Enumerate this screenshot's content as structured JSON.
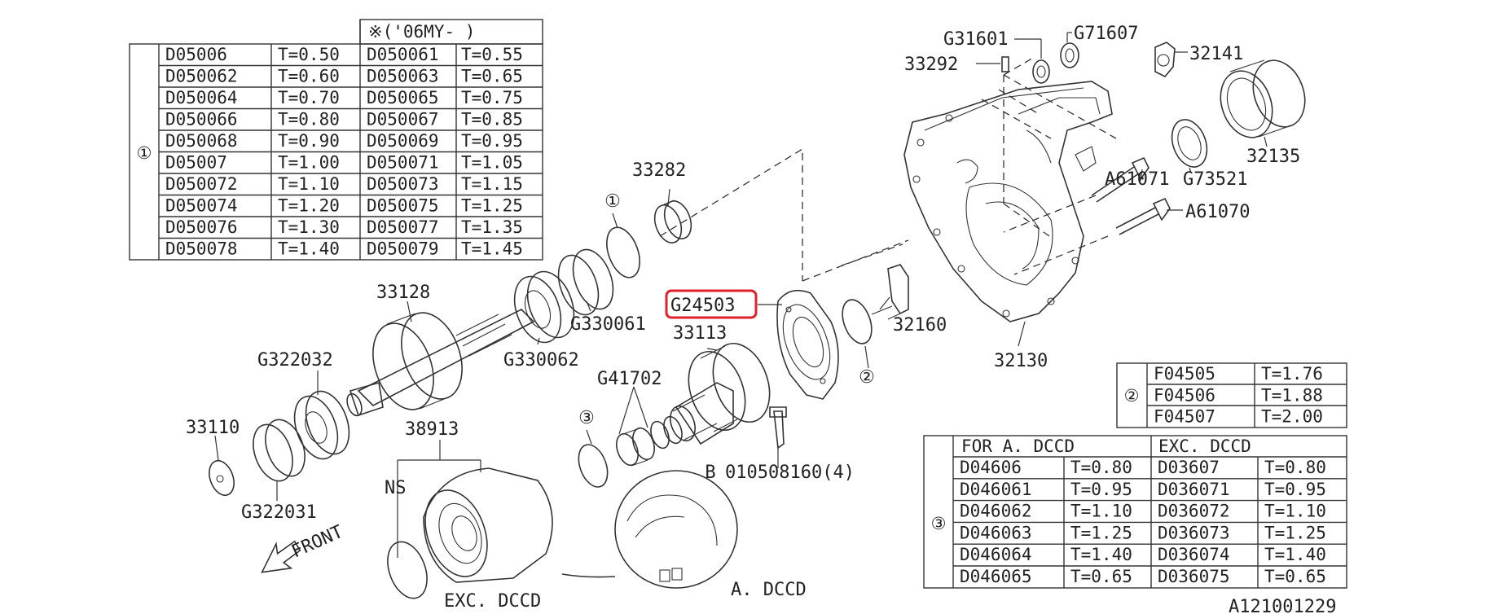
{
  "table1": {
    "ref": "①",
    "header": "※('06MY-    )",
    "rows": [
      [
        "D05006",
        "T=0.50",
        "D050061",
        "T=0.55"
      ],
      [
        "D050062",
        "T=0.60",
        "D050063",
        "T=0.65"
      ],
      [
        "D050064",
        "T=0.70",
        "D050065",
        "T=0.75"
      ],
      [
        "D050066",
        "T=0.80",
        "D050067",
        "T=0.85"
      ],
      [
        "D050068",
        "T=0.90",
        "D050069",
        "T=0.95"
      ],
      [
        "D05007",
        "T=1.00",
        "D050071",
        "T=1.05"
      ],
      [
        "D050072",
        "T=1.10",
        "D050073",
        "T=1.15"
      ],
      [
        "D050074",
        "T=1.20",
        "D050075",
        "T=1.25"
      ],
      [
        "D050076",
        "T=1.30",
        "D050077",
        "T=1.35"
      ],
      [
        "D050078",
        "T=1.40",
        "D050079",
        "T=1.45"
      ]
    ]
  },
  "table2": {
    "ref": "②",
    "rows": [
      [
        "F04505",
        "T=1.76"
      ],
      [
        "F04506",
        "T=1.88"
      ],
      [
        "F04507",
        "T=2.00"
      ]
    ]
  },
  "table3": {
    "ref": "③",
    "headers": [
      "FOR A. DCCD",
      "EXC. DCCD"
    ],
    "rows": [
      [
        "D04606",
        "T=0.80",
        "D03607",
        "T=0.80"
      ],
      [
        "D046061",
        "T=0.95",
        "D036071",
        "T=0.95"
      ],
      [
        "D046062",
        "T=1.10",
        "D036072",
        "T=1.10"
      ],
      [
        "D046063",
        "T=1.25",
        "D036073",
        "T=1.25"
      ],
      [
        "D046064",
        "T=1.40",
        "D036074",
        "T=1.40"
      ],
      [
        "D046065",
        "T=0.65",
        "D036075",
        "T=0.65"
      ]
    ]
  },
  "labels": {
    "p33282": "33282",
    "p33128": "33128",
    "pG330061": "G330061",
    "pG330062": "G330062",
    "pG322032": "G322032",
    "pG322031": "G322031",
    "p33110": "33110",
    "p38913": "38913",
    "ns": "NS",
    "front": "FRONT",
    "excDccd": "EXC. DCCD",
    "aDccd": "A. DCCD",
    "pG41702": "G41702",
    "p33113": "33113",
    "pG24503": "G24503",
    "bolt": "010508160(4)",
    "boltRef": "B",
    "p32160": "32160",
    "p32130": "32130",
    "pG31601": "G31601",
    "pG71607": "G71607",
    "p33292": "33292",
    "p32141": "32141",
    "p32135": "32135",
    "pA61071": "A61071",
    "pG73521": "G73521",
    "pA61070": "A61070",
    "ref1": "①",
    "ref2": "②",
    "ref3": "③",
    "drawingNo": "A121001229"
  },
  "colors": {
    "highlight": "#e0202a",
    "ink": "#333333"
  }
}
